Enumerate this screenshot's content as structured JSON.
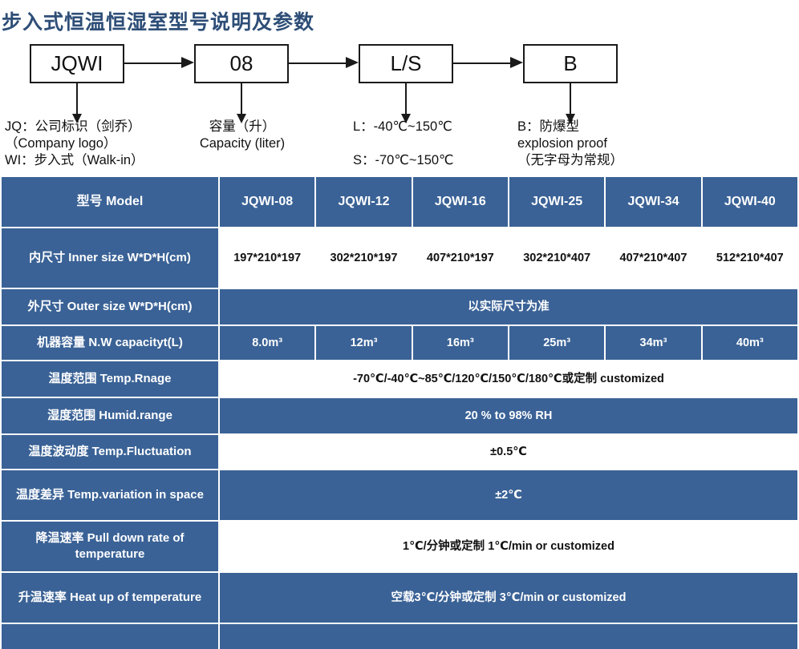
{
  "title": "步入式恒温恒湿室型号说明及参数",
  "diagram": {
    "boxes": [
      {
        "name": "model-prefix",
        "label": "JQWI"
      },
      {
        "name": "capacity-code",
        "label": "08"
      },
      {
        "name": "temp-range-code",
        "label": "L/S"
      },
      {
        "name": "explosion-code",
        "label": "B"
      }
    ],
    "captions": [
      {
        "name": "caption-jqwi",
        "text": "JQ：公司标识（剑乔）\n（Company logo）\nWI：步入式（Walk-in）"
      },
      {
        "name": "caption-capacity",
        "text": "容量（升）\nCapacity (liter)"
      },
      {
        "name": "caption-temp",
        "text": "L：-40℃~150℃\n\nS：-70℃~150℃"
      },
      {
        "name": "caption-explosion",
        "text": "B：防爆型\nexplosion proof\n（无字母为常规）"
      }
    ]
  },
  "table": {
    "header": {
      "label": "型号 Model",
      "models": [
        "JQWI-08",
        "JQWI-12",
        "JQWI-16",
        "JQWI-25",
        "JQWI-34",
        "JQWI-40"
      ]
    },
    "rows": [
      {
        "name": "row-inner-size",
        "label": "内尺寸 Inner size W*D*H(cm)",
        "cell_style": "white",
        "span": false,
        "values": [
          "197*210*197",
          "302*210*197",
          "407*210*197",
          "302*210*407",
          "407*210*407",
          "512*210*407"
        ]
      },
      {
        "name": "row-outer-size",
        "label": "外尺寸 Outer size W*D*H(cm)",
        "cell_style": "blue",
        "span": true,
        "value": "以实际尺寸为准"
      },
      {
        "name": "row-nw-capacity",
        "label": "机器容量 N.W capacityt(L)",
        "cell_style": "blue",
        "span": false,
        "values": [
          "8.0m³",
          "12m³",
          "16m³",
          "25m³",
          "34m³",
          "40m³"
        ]
      },
      {
        "name": "row-temp-range",
        "label": "温度范围 Temp.Rnage",
        "cell_style": "white",
        "span": true,
        "value": "-70℃/-40℃~85℃/120℃/150℃/180℃或定制 customized"
      },
      {
        "name": "row-humidity-range",
        "label": "湿度范围 Humid.range",
        "cell_style": "blue",
        "span": true,
        "value": "20 % to 98% RH"
      },
      {
        "name": "row-temp-fluctuation",
        "label": "温度波动度 Temp.Fluctuation",
        "cell_style": "white",
        "span": true,
        "value": "±0.5℃"
      },
      {
        "name": "row-temp-variation",
        "label": "温度差异 Temp.variation in space",
        "cell_style": "blue",
        "span": true,
        "value": "±2℃"
      },
      {
        "name": "row-pull-down-rate",
        "label": "降温速率 Pull down rate of temperature",
        "cell_style": "white",
        "span": true,
        "value": "1℃/分钟或定制    1℃/min or customized"
      },
      {
        "name": "row-heat-up-rate",
        "label": "升温速率 Heat up of temperature",
        "cell_style": "blue",
        "span": true,
        "value": "空载3℃/分钟或定制 3℃/min or customized"
      },
      {
        "name": "row-cut-off",
        "label": "",
        "cell_style": "blue",
        "span": true,
        "value": ""
      }
    ]
  },
  "colors": {
    "table_blue": "#3A6296",
    "title_blue": "#2E4E77",
    "line_black": "#1a1a1a"
  }
}
